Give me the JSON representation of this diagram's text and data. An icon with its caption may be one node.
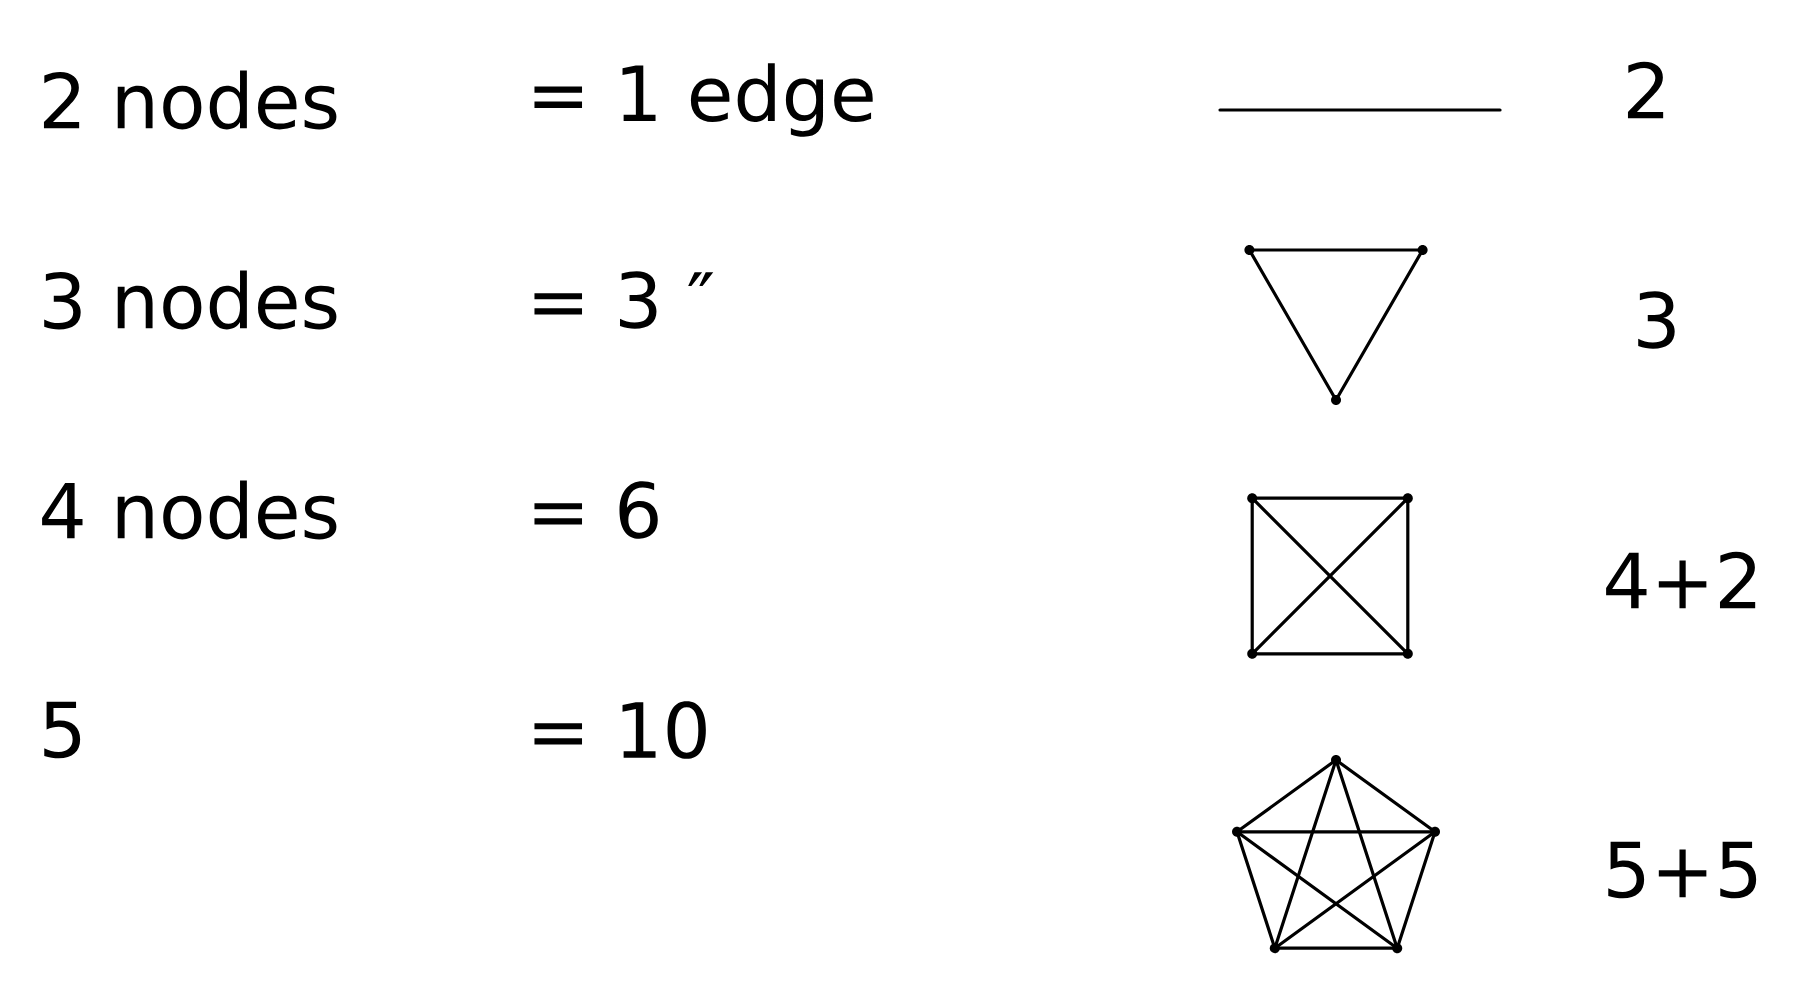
{
  "diagram": {
    "labels": [
      "2 nodes",
      "= 1 edge",
      "2",
      "3 nodes",
      "= 3 ″",
      "3",
      "4 nodes",
      "= 6",
      "4+2",
      "5",
      "= 10",
      "5+5"
    ]
  }
}
